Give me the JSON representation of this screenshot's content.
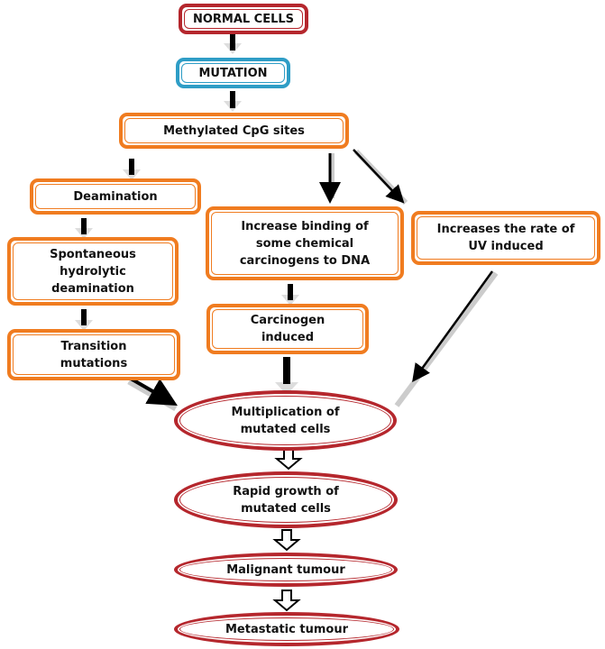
{
  "diagram": {
    "title": "Mutation to metastatic tumour pathway",
    "colors": {
      "normal_cells_border": "#b5272d",
      "mutation_border": "#2e9dc6",
      "process_border": "#f07c20",
      "outcome_border": "#b5272d",
      "arrow": "#000000"
    },
    "nodes": {
      "normal_cells": "NORMAL CELLS",
      "mutation": "MUTATION",
      "methylated_cpg": "Methylated CpG sites",
      "deamination": "Deamination",
      "spontaneous": "Spontaneous hydrolytic deamination",
      "transition": "Transition mutations",
      "increase_binding": "Increase binding of some chemical carcinogens to DNA",
      "carcinogen_induced": "Carcinogen induced",
      "uv_induced": "Increases the rate of UV induced",
      "multiplication": "Multiplication of mutated cells",
      "rapid_growth": "Rapid growth of mutated cells",
      "malignant": "Malignant tumour",
      "metastatic": "Metastatic tumour"
    },
    "edges": [
      {
        "from": "normal_cells",
        "to": "mutation"
      },
      {
        "from": "mutation",
        "to": "methylated_cpg"
      },
      {
        "from": "methylated_cpg",
        "to": "deamination"
      },
      {
        "from": "methylated_cpg",
        "to": "increase_binding"
      },
      {
        "from": "methylated_cpg",
        "to": "uv_induced"
      },
      {
        "from": "deamination",
        "to": "spontaneous"
      },
      {
        "from": "spontaneous",
        "to": "transition"
      },
      {
        "from": "increase_binding",
        "to": "carcinogen_induced"
      },
      {
        "from": "transition",
        "to": "multiplication"
      },
      {
        "from": "carcinogen_induced",
        "to": "multiplication"
      },
      {
        "from": "uv_induced",
        "to": "multiplication"
      },
      {
        "from": "multiplication",
        "to": "rapid_growth"
      },
      {
        "from": "rapid_growth",
        "to": "malignant"
      },
      {
        "from": "malignant",
        "to": "metastatic"
      }
    ]
  }
}
